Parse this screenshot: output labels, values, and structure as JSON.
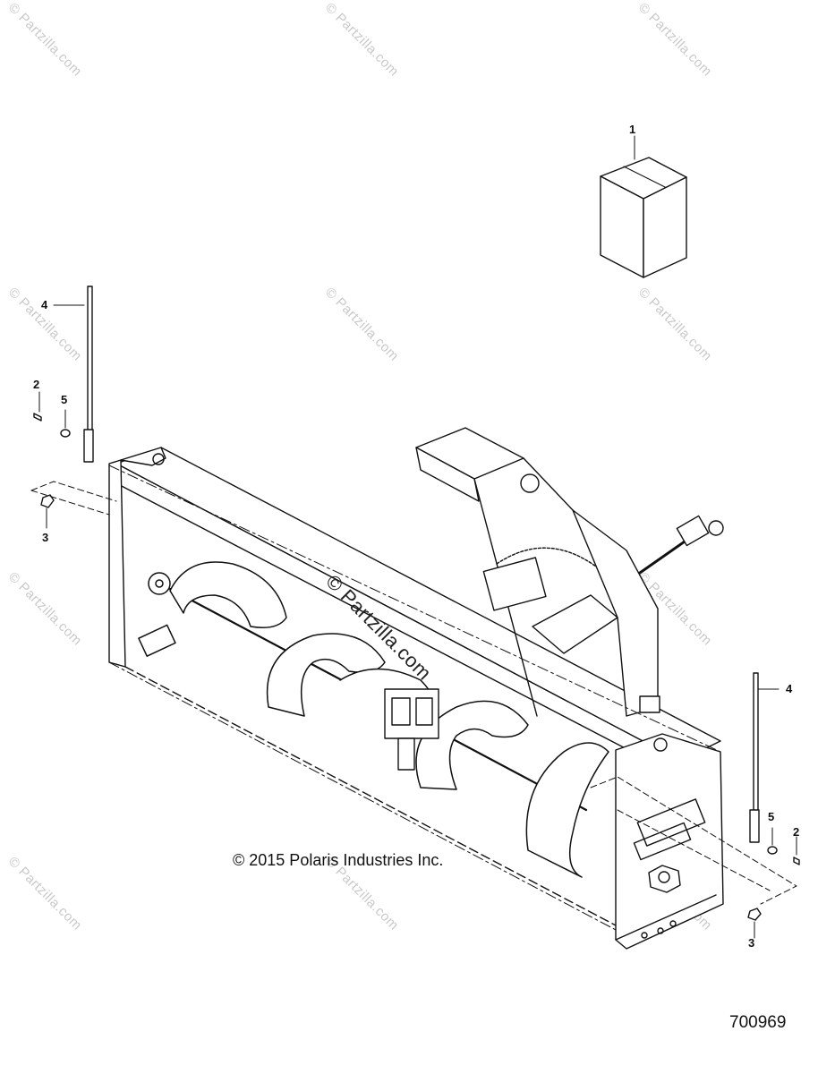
{
  "callouts": {
    "c1": "1",
    "c2_left": "2",
    "c5_left": "5",
    "c3_left": "3",
    "c4_left": "4",
    "c4_right": "4",
    "c5_right": "5",
    "c2_right": "2",
    "c3_right": "3"
  },
  "watermark": {
    "text": "© Partzilla.com",
    "center_text": "© Partzilla.com"
  },
  "copyright": "© 2015 Polaris Industries Inc.",
  "document_number": "700969"
}
